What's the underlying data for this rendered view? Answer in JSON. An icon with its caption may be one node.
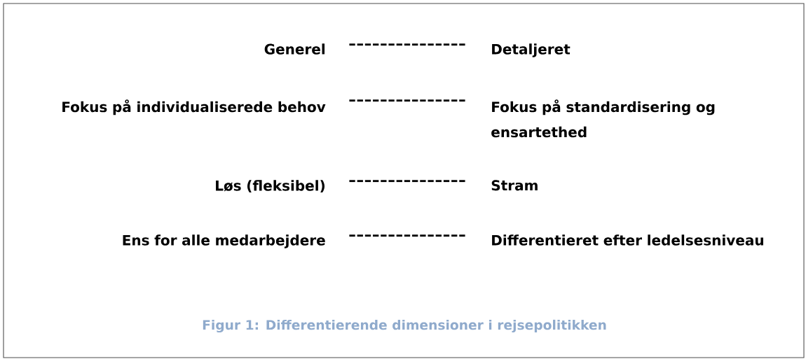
{
  "diagram": {
    "caption": "Figur 1: Differentierende dimensioner i rejsepolitikken",
    "labels": [
      "Generel",
      "---------------",
      "Detaljeret",
      "Fokus på individualiserede behov",
      "---------------",
      "Fokus på standardisering og ensartethed",
      "Løs (fleksibel)",
      "---------------",
      "Stram",
      "Ens for alle medarbejdere",
      "---------------",
      "Differentieret efter ledelsesniveau"
    ]
  }
}
